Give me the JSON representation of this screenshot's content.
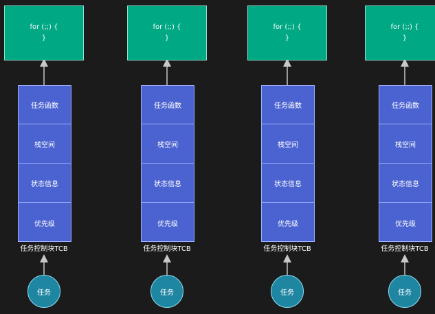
{
  "units": [
    {
      "code": "for (;;) {\n}",
      "tcb_fields": [
        "任务函数",
        "栈空间",
        "状态信息",
        "优先级"
      ],
      "tcb_label": "任务控制块TCB",
      "task_label": "任务"
    },
    {
      "code": "for (;;) {\n}",
      "tcb_fields": [
        "任务函数",
        "栈空间",
        "状态信息",
        "优先级"
      ],
      "tcb_label": "任务控制块TCB",
      "task_label": "任务"
    },
    {
      "code": "for (;;) {\n}",
      "tcb_fields": [
        "任务函数",
        "栈空间",
        "状态信息",
        "优先级"
      ],
      "tcb_label": "任务控制块TCB",
      "task_label": "任务"
    },
    {
      "code": "for (;;) {\n}",
      "tcb_fields": [
        "任务函数",
        "栈空间",
        "状态信息",
        "优先级"
      ],
      "tcb_label": "任务控制块TCB",
      "task_label": "任务"
    }
  ],
  "colors": {
    "background": "#1b1b1b",
    "code_box": "#00a884",
    "tcb_box": "#4b63d0",
    "task_circle": "#1f86a2",
    "arrow": "#c8c8c8"
  }
}
